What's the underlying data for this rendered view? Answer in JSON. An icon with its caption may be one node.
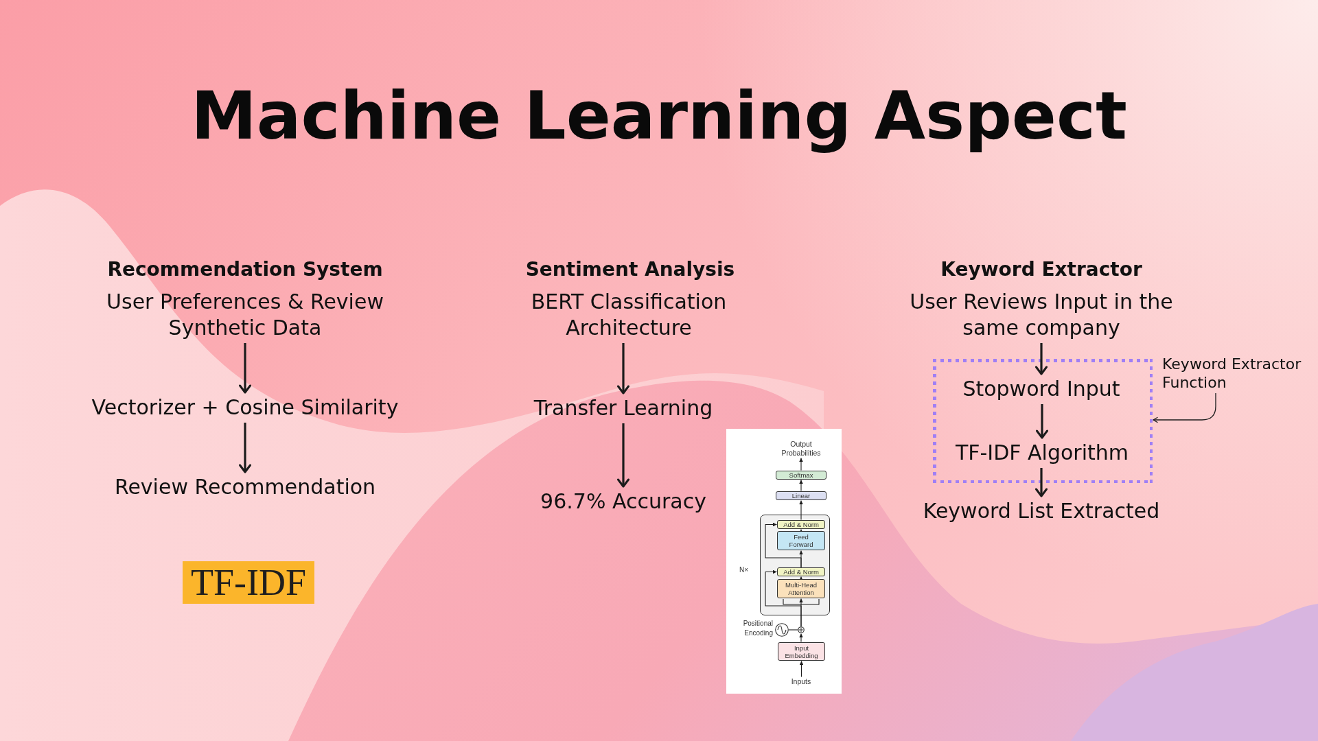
{
  "diagram": {
    "title": "Machine Learning Aspect",
    "nodes": [
      {
        "text": [
          "User Preferences & Review Synthetic Data"
        ]
      },
      {
        "text": [
          "Vectorizer + Cosine Similarity"
        ]
      },
      {
        "text": [
          "Review Recommendation"
        ]
      },
      {
        "text": [
          "BERT Classification Architecture"
        ]
      },
      {
        "text": [
          "Transfer Learning"
        ]
      },
      {
        "text": [
          "96.7% Accuracy"
        ]
      },
      {
        "text": [
          "User Reviews Input in the same company"
        ]
      },
      {
        "text": [],
        "shape": "box"
      },
      {
        "text": [
          "Stopword Input"
        ],
        "in": 7
      },
      {
        "text": [
          "TF-IDF Algorithm"
        ],
        "in": 7
      },
      {
        "text": [
          "Keyword List Extracted"
        ]
      },
      {
        "text": [
          "Keyword Extractor Function"
        ]
      },
      {
        "text": [],
        "shape": "box"
      },
      {
        "text": [
          "Output Probabilities"
        ],
        "in": 12
      },
      {
        "text": [
          "Softmax"
        ],
        "in": 12
      },
      {
        "text": [
          "Linear"
        ],
        "in": 12
      },
      {
        "text": [],
        "shape": "box",
        "beside": [
          "N×"
        ],
        "in": 12
      },
      {
        "text": [
          "Add & Norm"
        ],
        "in": 16
      },
      {
        "text": [
          "Feed Forward"
        ],
        "in": 16
      },
      {
        "text": [
          "Add & Norm"
        ],
        "in": 16
      },
      {
        "text": [
          "Multi-Head Attention"
        ],
        "in": 16
      },
      {
        "text": [],
        "shape": "circle",
        "beside": [
          "Positional Encoding"
        ],
        "in": 12
      },
      {
        "text": [],
        "shape": "circle",
        "in": 12
      },
      {
        "text": [
          "Input Embedding"
        ],
        "in": 12
      },
      {
        "text": [
          "Inputs"
        ],
        "in": 12
      }
    ],
    "edges": [
      {
        "from": 0,
        "to": 1,
        "arrow": "to"
      },
      {
        "from": 1,
        "to": 2,
        "arrow": "to"
      },
      {
        "from": 3,
        "to": 4,
        "arrow": "to"
      },
      {
        "from": 4,
        "to": 5,
        "arrow": "to"
      },
      {
        "from": 6,
        "to": 8,
        "arrow": "to"
      },
      {
        "from": 8,
        "to": 9,
        "arrow": "to"
      },
      {
        "from": 9,
        "to": 10,
        "arrow": "to"
      },
      {
        "from": 11,
        "to": 7,
        "arrow": "to"
      },
      {
        "from": 14,
        "to": 13,
        "arrow": "to"
      },
      {
        "from": 15,
        "to": 14,
        "arrow": "to"
      },
      {
        "from": 17,
        "to": 15,
        "arrow": "to"
      },
      {
        "from": 18,
        "to": 17,
        "arrow": "to"
      },
      {
        "from": 19,
        "to": 18,
        "arrow": "to"
      },
      {
        "from": 20,
        "to": 19,
        "arrow": "to"
      },
      {
        "from": 22,
        "to": 20,
        "arrow": "to"
      },
      {
        "from": 22,
        "to": 19,
        "arrow": "to"
      },
      {
        "from": 19,
        "to": 17,
        "arrow": "to"
      },
      {
        "from": 21,
        "to": 22,
        "arrow": "none"
      },
      {
        "from": 23,
        "to": 22,
        "arrow": "to"
      },
      {
        "from": 24,
        "to": 23,
        "arrow": "to"
      }
    ],
    "labels": [
      "Recommendation System",
      "Sentiment Analysis",
      "Keyword Extractor",
      "TF-IDF"
    ]
  }
}
